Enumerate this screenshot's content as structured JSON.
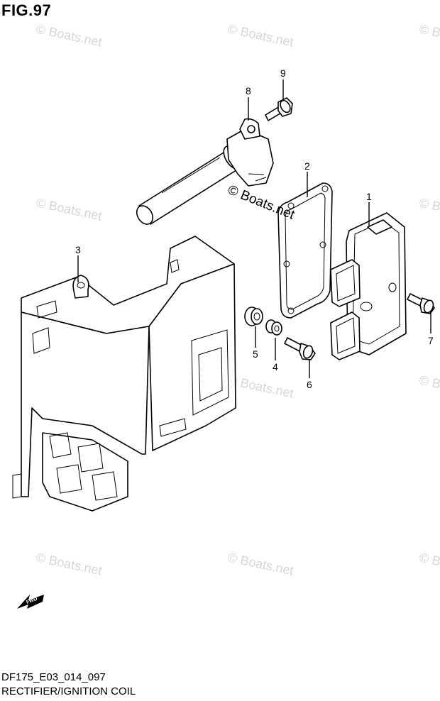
{
  "figure": {
    "title": "FIG.97"
  },
  "watermark": {
    "main": "© Boats.net",
    "faint": "© Boats.net"
  },
  "callouts": {
    "c1": "1",
    "c2": "2",
    "c3": "3",
    "c4": "4",
    "c5": "5",
    "c6": "6",
    "c7": "7",
    "c8": "8",
    "c9": "9"
  },
  "direction_label": "FWD",
  "footer": {
    "code": "DF175_E03_014_097",
    "caption": "RECTIFIER/IGNITION COIL"
  }
}
